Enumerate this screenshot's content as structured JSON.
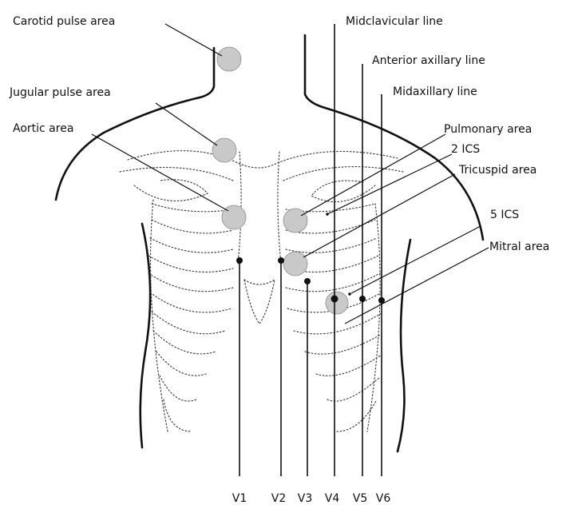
{
  "colors": {
    "ink": "#111111",
    "area_fill": "#c9c9c9"
  },
  "labels": {
    "carotid": "Carotid pulse area",
    "jugular": "Jugular pulse area",
    "aortic": "Aortic area",
    "midclavicular": "Midclavicular line",
    "anterior_axillary": "Anterior axillary line",
    "midaxillary": "Midaxillary line",
    "pulmonary": "Pulmonary area",
    "ics2": "2 ICS",
    "tricuspid": "Tricuspid area",
    "ics5": "5 ICS",
    "mitral": "Mitral area"
  },
  "leads": [
    "V1",
    "V2",
    "V3",
    "V4",
    "V5",
    "V6"
  ]
}
